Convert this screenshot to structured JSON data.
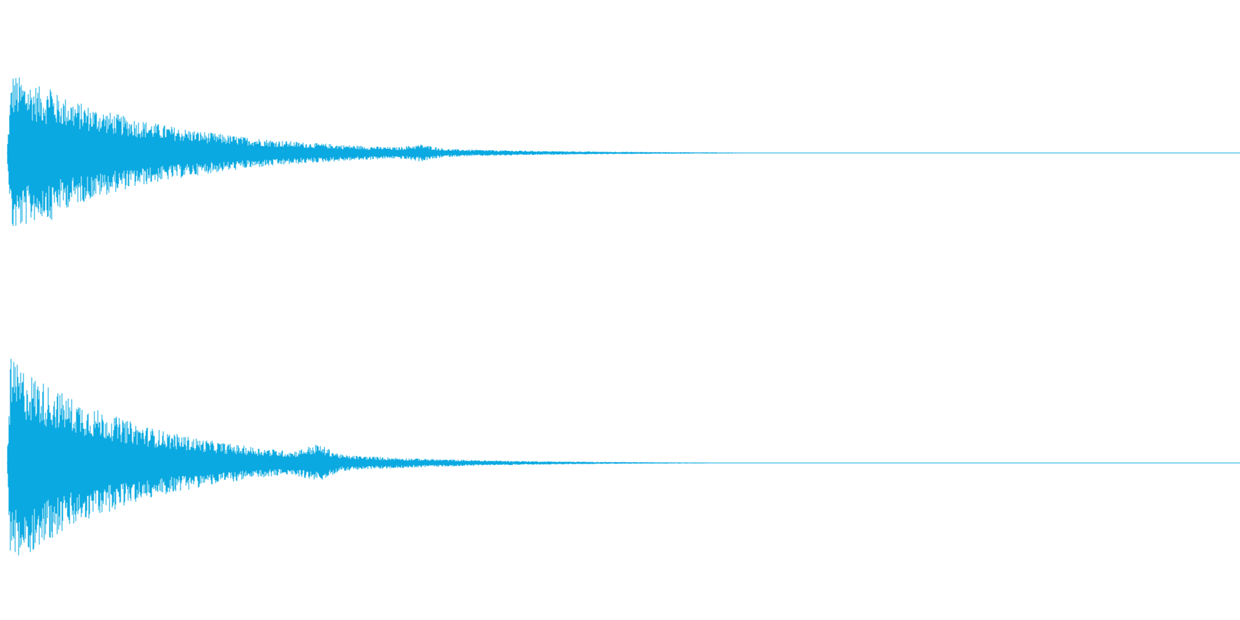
{
  "waveform": {
    "color": "#0aa9e1",
    "background": "#ffffff",
    "channels": [
      {
        "name": "",
        "peak": 1.0,
        "attack": 0.004,
        "spikes": [
          {
            "t": 0.035,
            "amp": 1.0
          },
          {
            "t": 0.02,
            "amp": 0.82
          },
          {
            "t": 0.064,
            "amp": 0.55
          },
          {
            "t": 0.092,
            "amp": 0.4
          }
        ],
        "decay_rate": 8.5,
        "tail_end": 0.58,
        "bump": {
          "t": 0.336,
          "amp": 0.05
        }
      },
      {
        "name": "",
        "peak": 1.0,
        "attack": 0.003,
        "spikes": [
          {
            "t": 0.009,
            "amp": 1.0
          },
          {
            "t": 0.02,
            "amp": 0.78
          },
          {
            "t": 0.04,
            "amp": 0.55
          },
          {
            "t": 0.131,
            "amp": 0.3
          }
        ],
        "decay_rate": 9.5,
        "tail_end": 0.56,
        "bump": {
          "t": 0.252,
          "amp": 0.09
        }
      }
    ]
  }
}
